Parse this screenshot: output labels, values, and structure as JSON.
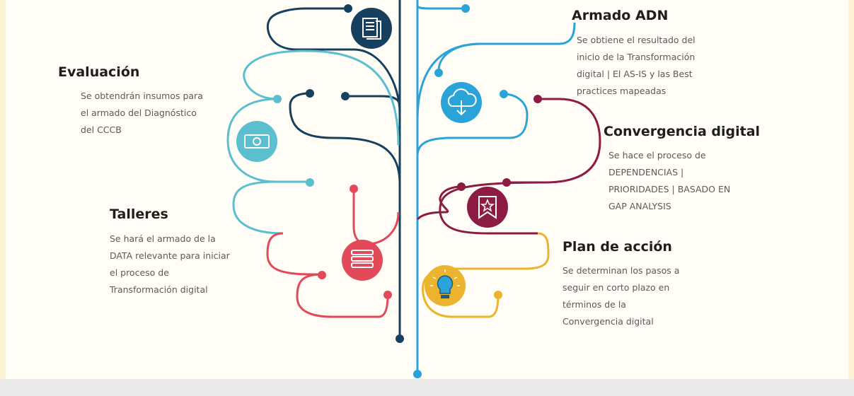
{
  "steps": [
    {
      "id": "armado-adn",
      "title": "Armado ADN",
      "lines": [
        "Se obtiene el resultado del",
        "inicio de la Transformación",
        "digital | El AS-IS y las Best",
        "practices mapeadas"
      ],
      "color": "#2aa4d8",
      "icon": "cloud-download-icon"
    },
    {
      "id": "evaluacion",
      "title": "Evaluación",
      "lines": [
        "Se obtendrán insumos para",
        "el armado del Diagnóstico",
        "del CCCB"
      ],
      "color": "#5bbfcf",
      "icon": "money-icon"
    },
    {
      "id": "convergencia",
      "title": "Convergencia digital",
      "lines": [
        "Se hace el proceso de",
        "DEPENDENCIAS |",
        "PRIORIDADES | BASADO EN",
        "GAP ANALYSIS"
      ],
      "color": "#8c1c44",
      "icon": "badge-star-icon"
    },
    {
      "id": "talleres",
      "title": "Talleres",
      "lines": [
        "Se hará el armado de la",
        "DATA relevante para iniciar",
        "el proceso de",
        "Transformación digital"
      ],
      "color": "#e24a5a",
      "icon": "database-icon"
    },
    {
      "id": "plan",
      "title": "Plan de acción",
      "lines": [
        "Se determinan los pasos a",
        "seguir en corto plazo en",
        "términos de la",
        "Convergencia digital"
      ],
      "color": "#ebb32e",
      "icon": "lightbulb-icon"
    },
    {
      "id": "top-left",
      "title": "",
      "lines": [],
      "color": "#17405f",
      "icon": "document-icon"
    }
  ],
  "colors": {
    "navy": "#17405f",
    "blue": "#2aa4d8",
    "teal": "#5bbfcf",
    "red": "#e24a5a",
    "maroon": "#8c1c44",
    "yellow": "#ebb32e",
    "background": "#fffdf6"
  }
}
